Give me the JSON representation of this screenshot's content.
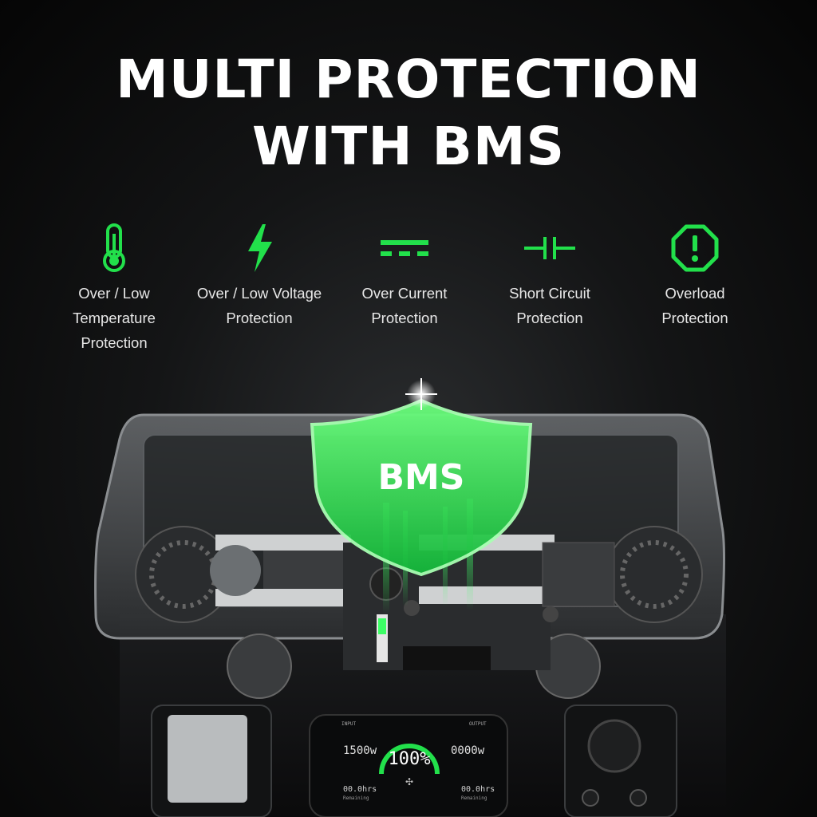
{
  "headline": {
    "line1": "MULTI PROTECTION",
    "line2": "WITH BMS"
  },
  "accent_color": "#22e04b",
  "features": [
    {
      "icon": "thermometer-icon",
      "label": "Over / Low\nTemperature\nProtection"
    },
    {
      "icon": "lightning-bolt-icon",
      "label": "Over / Low Voltage\nProtection"
    },
    {
      "icon": "dc-current-icon",
      "label": "Over Current\nProtection"
    },
    {
      "icon": "capacitor-icon",
      "label": "Short Circuit\nProtection"
    },
    {
      "icon": "warning-octagon-icon",
      "label": "Overload\nProtection"
    }
  ],
  "shield": {
    "label": "BMS"
  },
  "display": {
    "input_label": "INPUT",
    "input_value": "1500w",
    "output_label": "OUTPUT",
    "output_value": "0000w",
    "battery_percent": "100%",
    "left_time": "00.0hrs",
    "left_time_label": "Remaining",
    "right_time": "00.0hrs",
    "right_time_label": "Remaining"
  }
}
